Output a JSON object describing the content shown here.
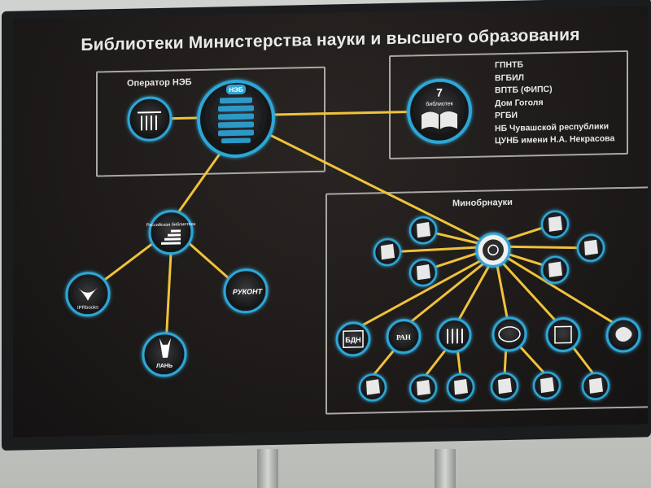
{
  "title": "Библиотеки Министерства науки и высшего образования",
  "neb_operator": {
    "label": "Оператор НЭБ",
    "hub_label": "НЭБ"
  },
  "seven_libraries": {
    "count": "7",
    "word": "библиотек",
    "items": [
      "ГПНТБ",
      "ВГБИЛ",
      "ВПТБ (ФИПС)",
      "Дом Гоголя",
      "РГБИ",
      "НБ Чувашской республики",
      "ЦУНБ имени Н.А. Некрасова"
    ]
  },
  "aggregators": {
    "hub_label": "Российская библиотека",
    "items": [
      {
        "name": "iprbooks",
        "text": "IPRbooks"
      },
      {
        "name": "rucont",
        "text": "РУКОНТ"
      },
      {
        "name": "lan",
        "text": "ЛАНЬ"
      }
    ]
  },
  "ministry": {
    "label": "Минобрнауки",
    "blocks": [
      {
        "name": "bdn",
        "text": "БДН"
      },
      {
        "name": "ran",
        "text": "РАН"
      },
      {
        "name": "archive",
        "text": ""
      },
      {
        "name": "edu",
        "text": ""
      },
      {
        "name": "book",
        "text": ""
      },
      {
        "name": "network",
        "text": ""
      }
    ]
  },
  "colors": {
    "connector": "#f0c23a",
    "node_ring": "#2fa7d8",
    "frame": "#a9a8a5"
  }
}
